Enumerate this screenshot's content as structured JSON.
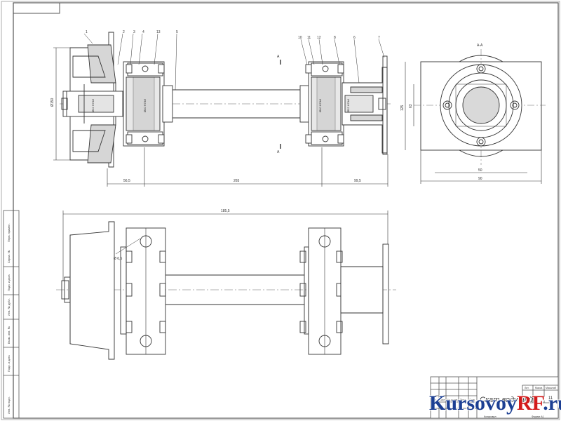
{
  "sheet": {
    "title": "Скат ведущий",
    "sheet_no": "11",
    "tb_headers": [
      "Лит.",
      "Масса",
      "Масштаб"
    ],
    "tb_small": [
      "Изм.",
      "Лист",
      "№ докум.",
      "Подп.",
      "Дата"
    ],
    "format_label": "Формат А1",
    "copied_label": "Копировал"
  },
  "side_stamp": [
    "Инв. № подл.",
    "Подп. и дата",
    "Взам. инв. №",
    "Инв. № дубл.",
    "Подп. и дата",
    "Справ. №",
    "Перв. примен."
  ],
  "top_view": {
    "leaders": [
      "1",
      "2",
      "3",
      "4",
      "13",
      "5",
      "10",
      "11",
      "12",
      "8",
      "6",
      "7"
    ],
    "section_marks": [
      "А",
      "А"
    ],
    "dims": {
      "d_left": "Ø150",
      "fit1": "Ø32 H7/k6",
      "fit2": "Ø40 H7/k6",
      "fit3": "Ø40 H7/k6",
      "fit4": "Ø32 H7/k6",
      "len1": "56,5",
      "len2": "265",
      "len3": "99,5"
    }
  },
  "section_view": {
    "label": "А-А",
    "dims": {
      "h1": "125",
      "h2": "63",
      "w1": "50",
      "w2": "90"
    }
  },
  "bottom_view": {
    "dims": {
      "total": "185,5",
      "hole": "Ø 6,5"
    }
  },
  "watermark": {
    "part1": "Kursovoy",
    "part2": "RF",
    "part3": ".ru"
  }
}
